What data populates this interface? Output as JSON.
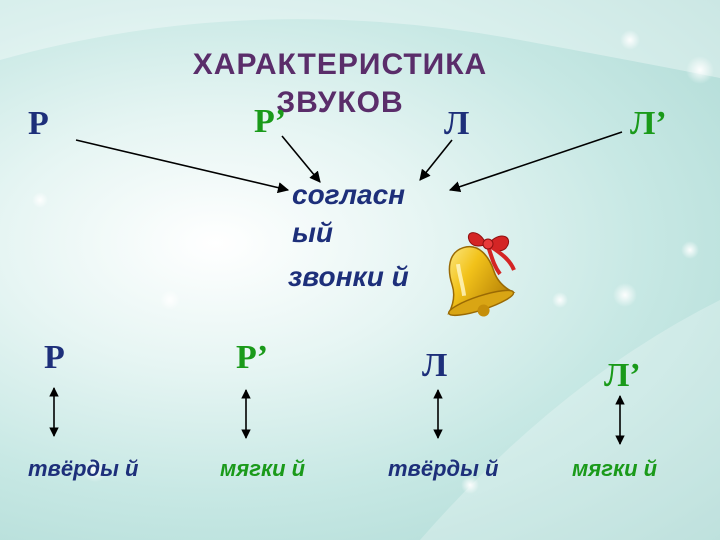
{
  "title": "ХАРАКТЕРИСТИКА ЗВУКОВ",
  "top_letters": [
    "Р",
    "Р’",
    "Л",
    "Л’"
  ],
  "consonant_label": "согласн ый",
  "voiced_label": "звонки й",
  "bottom": [
    {
      "letter": "Р",
      "desc": "твёрды й"
    },
    {
      "letter": "Р’",
      "desc": "мягки й"
    },
    {
      "letter": "Л",
      "desc": "твёрды й"
    },
    {
      "letter": "Л’",
      "desc": "мягки й"
    }
  ],
  "colors": {
    "title": "#5a2d6a",
    "navy": "#1d2f7a",
    "green": "#1a9a1a"
  },
  "icons": [
    "bell-icon"
  ]
}
